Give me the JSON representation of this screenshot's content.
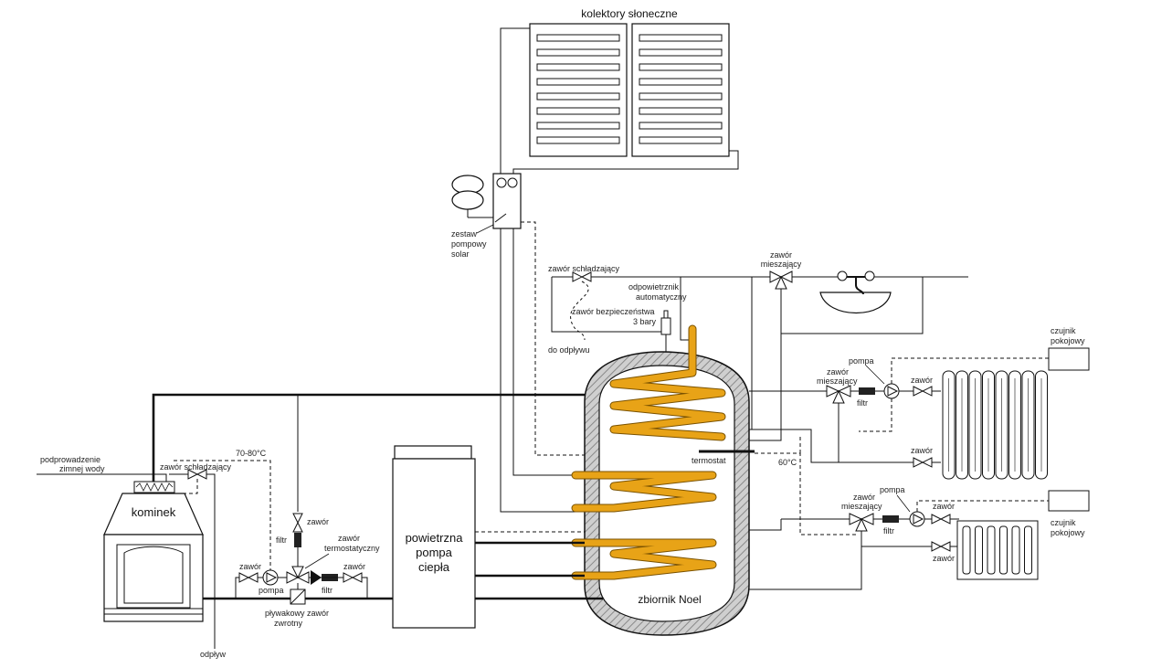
{
  "labels": {
    "collectors": "kolektory słoneczne",
    "pump_set_1": "zestaw",
    "pump_set_2": "pompowy",
    "pump_set_3": "solar",
    "cooling_valve_top": "zawór schładzający",
    "mixing_valve_top_1": "zawór",
    "mixing_valve_top_2": "mieszający",
    "auto_vent_1": "odpowietrznik",
    "auto_vent_2": "automatyczny",
    "safety_valve_1": "zawór bezpieczeństwa",
    "safety_valve_2": "3 bary",
    "to_drain": "do odpływu",
    "room_sensor_1a": "czujnik",
    "room_sensor_1b": "pokojowy",
    "room_sensor_2a": "czujnik",
    "room_sensor_2b": "pokojowy",
    "pump_r1": "pompa",
    "mixing_r1_1": "zawór",
    "mixing_r1_2": "mieszający",
    "filter_r1": "filtr",
    "valve_r1": "zawór",
    "valve_r2": "zawór",
    "pump_r2": "pompa",
    "mixing_r2_1": "zawór",
    "mixing_r2_2": "mieszający",
    "filter_r2": "filtr",
    "valve_r3": "zawór",
    "valve_r4": "zawór",
    "thermostat": "termostat",
    "temp_60": "60°C",
    "temp_70_80": "70-80°C",
    "cold_water_1": "podprowadzenie",
    "cold_water_2": "zimnej wody",
    "cooling_valve_left": "zawór schładzający",
    "fireplace": "kominek",
    "valve_left_top": "zawór",
    "filter_left_v": "filtr",
    "thermo_valve_1": "zawór",
    "thermo_valve_2": "termostatyczny",
    "valve_left_a": "zawór",
    "pump_left": "pompa",
    "filter_left_h": "filtr",
    "valve_left_b": "zawór",
    "float_valve_1": "pływakowy zawór",
    "float_valve_2": "zwrotny",
    "drain": "odpływ",
    "heat_pump_1": "powietrzna",
    "heat_pump_2": "pompa",
    "heat_pump_3": "ciepła",
    "tank": "zbiornik Noel"
  },
  "colors": {
    "coil": "#e8a317",
    "insulation": "#bdbdbd",
    "line": "#111111"
  }
}
